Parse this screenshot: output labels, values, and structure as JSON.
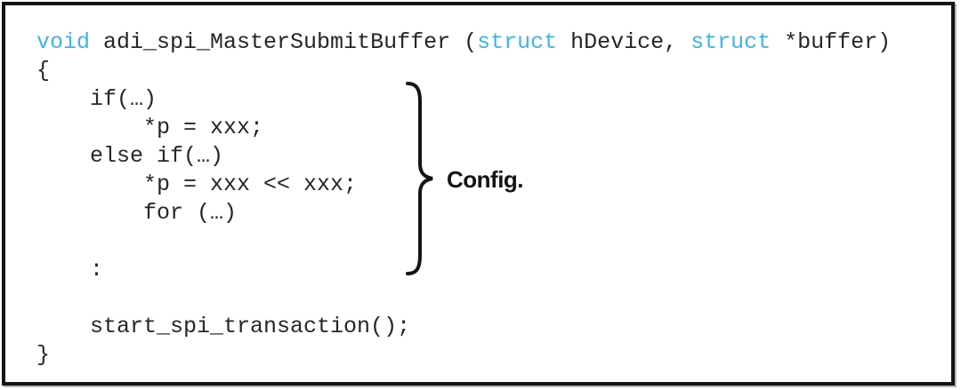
{
  "figure": {
    "annotation": {
      "label": "Config.",
      "brace_shape": "right-curly-brace"
    },
    "colors": {
      "keyword": "#3fb3e8",
      "text": "#262626",
      "border": "#141414",
      "background": "#ffffff"
    },
    "code_lines": [
      {
        "segments": [
          {
            "t": "void",
            "c": "keyword"
          },
          {
            "t": " adi_spi_MasterSubmitBuffer (",
            "c": "text"
          },
          {
            "t": "struct",
            "c": "keyword"
          },
          {
            "t": " hDevice, ",
            "c": "text"
          },
          {
            "t": "struct",
            "c": "keyword"
          },
          {
            "t": " *buffer)",
            "c": "text"
          }
        ]
      },
      {
        "segments": [
          {
            "t": "{",
            "c": "text"
          }
        ]
      },
      {
        "segments": [
          {
            "t": "    if(…)",
            "c": "text"
          }
        ]
      },
      {
        "segments": [
          {
            "t": "        *p = xxx;",
            "c": "text"
          }
        ]
      },
      {
        "segments": [
          {
            "t": "    else if(…)",
            "c": "text"
          }
        ]
      },
      {
        "segments": [
          {
            "t": "        *p = xxx << xxx;",
            "c": "text"
          }
        ]
      },
      {
        "segments": [
          {
            "t": "        for (…)",
            "c": "text"
          }
        ]
      },
      {
        "segments": []
      },
      {
        "segments": [
          {
            "t": "    :",
            "c": "text"
          }
        ]
      },
      {
        "segments": []
      },
      {
        "segments": [
          {
            "t": "    start_spi_transaction();",
            "c": "text"
          }
        ]
      },
      {
        "segments": [
          {
            "t": "}",
            "c": "text"
          }
        ]
      }
    ]
  }
}
